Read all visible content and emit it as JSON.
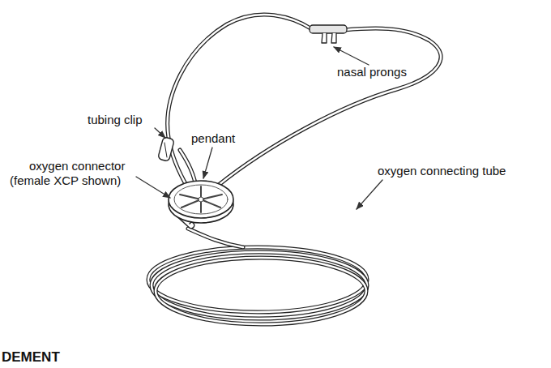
{
  "diagram": {
    "labels": [
      "nasal prongs",
      "tubing clip",
      "pendant",
      "oxygen connector",
      "(female XCP shown)",
      "oxygen connecting tube",
      "DEMENT"
    ]
  }
}
